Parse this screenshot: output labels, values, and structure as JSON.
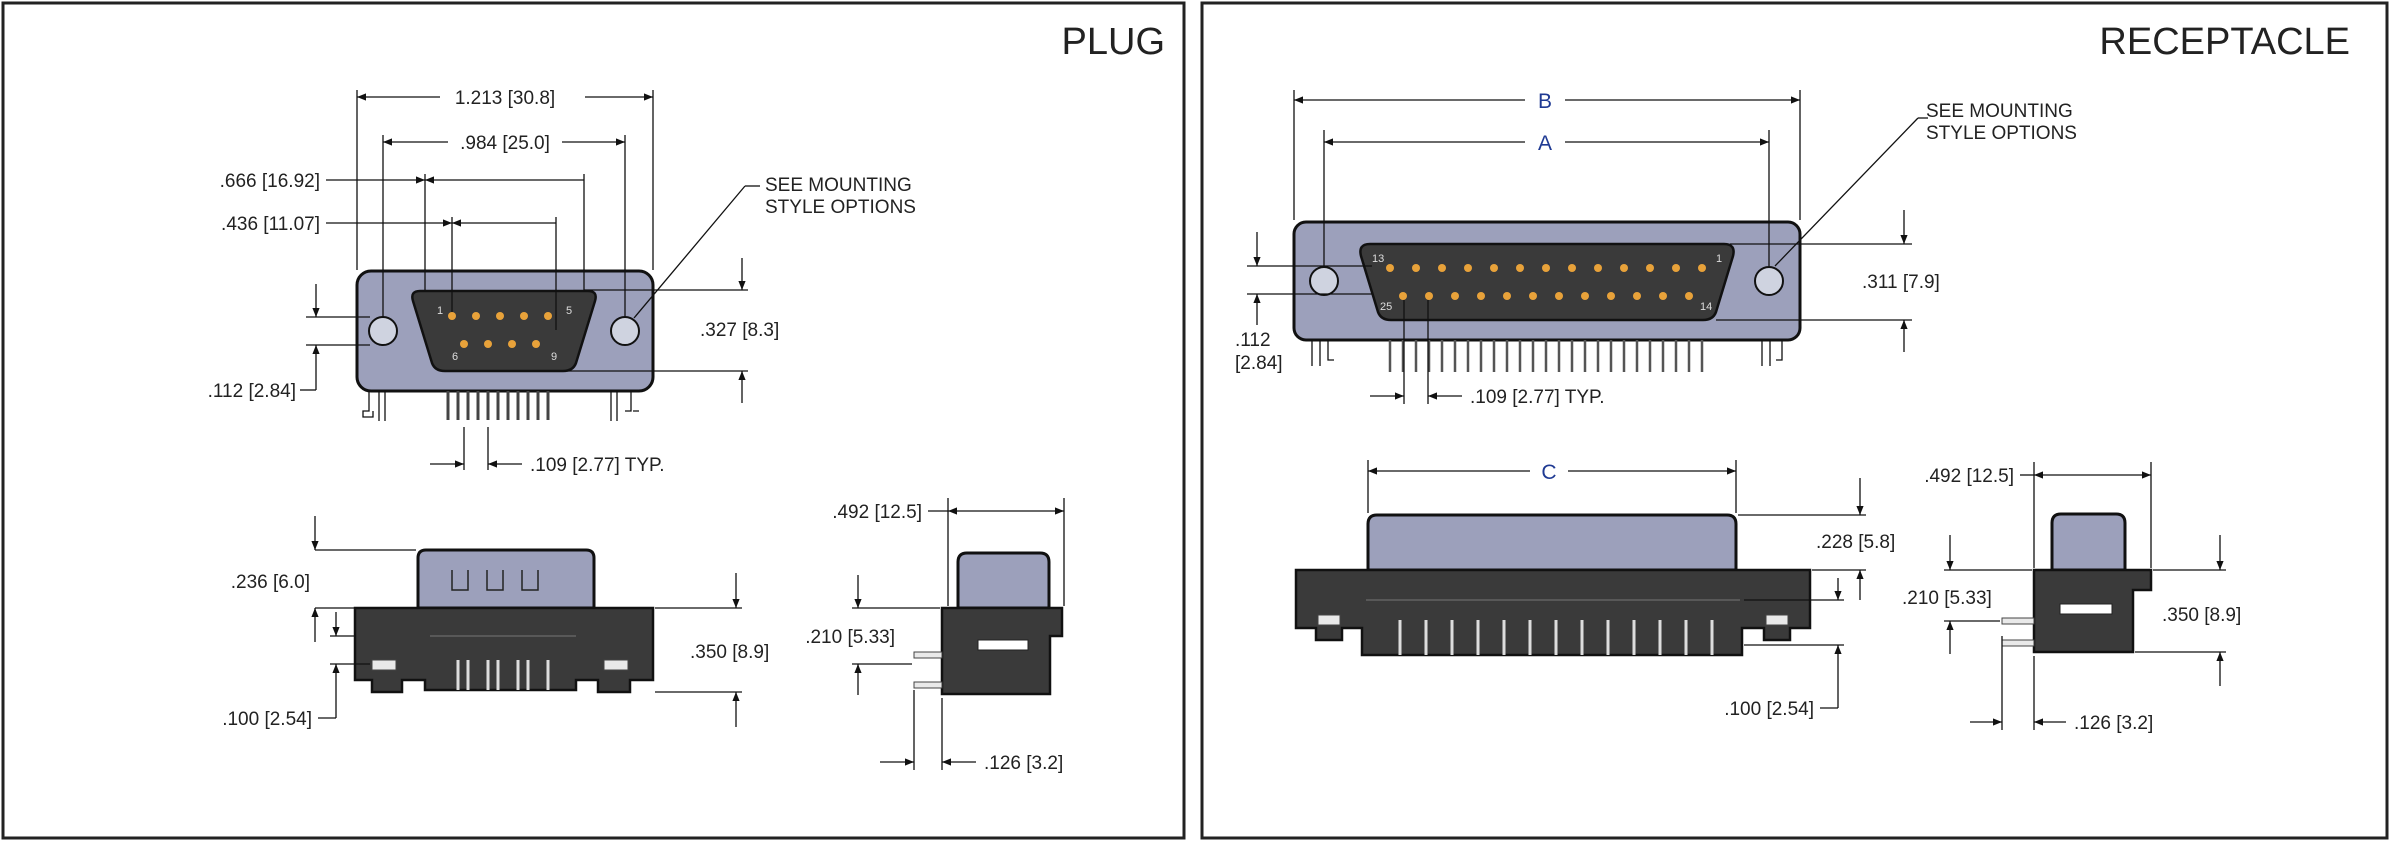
{
  "colors": {
    "shell": "#9ca0bb",
    "body": "#3a3a3a",
    "contact": "#e8a23a",
    "hole": "#cfd3e0",
    "letter": "#1f3a93"
  },
  "plug": {
    "title": "PLUG",
    "dim_overall_width": "1.213 [30.8]",
    "dim_shell_width": ".984 [25.0]",
    "dim_666": ".666 [16.92]",
    "dim_436": ".436 [11.07]",
    "note_line1": "SEE MOUNTING",
    "note_line2": "STYLE OPTIONS",
    "dim_327": ".327 [8.3]",
    "dim_112": ".112 [2.84]",
    "dim_pitch": ".109 [2.77] TYP.",
    "dim_236": ".236 [6.0]",
    "dim_350": ".350 [8.9]",
    "dim_100": ".100 [2.54]",
    "dim_492": ".492 [12.5]",
    "dim_210": ".210 [5.33]",
    "dim_126": ".126 [3.2]",
    "pin_1": "1",
    "pin_5": "5",
    "pin_6": "6",
    "pin_9": "9"
  },
  "receptacle": {
    "title": "RECEPTACLE",
    "dim_B": "B",
    "dim_A": "A",
    "note_line1": "SEE MOUNTING",
    "note_line2": "STYLE OPTIONS",
    "dim_311": ".311 [7.9]",
    "dim_112_a": ".112",
    "dim_112_b": "[2.84]",
    "dim_pitch": ".109 [2.77] TYP.",
    "dim_C": "C",
    "dim_228": ".228 [5.8]",
    "dim_100": ".100 [2.54]",
    "dim_492": ".492 [12.5]",
    "dim_210": ".210 [5.33]",
    "dim_350": ".350 [8.9]",
    "dim_126": ".126 [3.2]",
    "pin_13": "13",
    "pin_1": "1",
    "pin_25": "25",
    "pin_14": "14"
  }
}
